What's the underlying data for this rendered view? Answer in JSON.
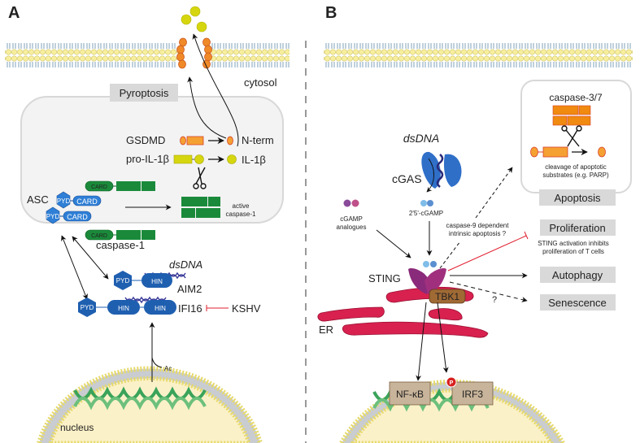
{
  "panels": {
    "A": {
      "label": "A",
      "cytosol": "cytosol",
      "pyroptosis": "Pyroptosis",
      "gsdmd": "GSDMD",
      "nterm": "N-term",
      "pro_il1b": "pro-IL-1β",
      "il1b": "IL-1β",
      "asc": "ASC",
      "pyd": "PYD",
      "card": "CARD",
      "active_casp1_l1": "active",
      "active_casp1_l2": "caspase-1",
      "caspase1": "caspase-1",
      "dsdna": "dsDNA",
      "hin": "HIN",
      "aim2": "AIM2",
      "ifi16": "IFI16",
      "kshv": "KSHV",
      "ac": "Ac",
      "nucleus": "nucleus"
    },
    "B": {
      "label": "B",
      "caspase37": "caspase-3/7",
      "cleavage_l1": "cleavage of apoptotic",
      "cleavage_l2": "substrates (e.g. PARP)",
      "apoptosis": "Apoptosis",
      "dsdna": "dsDNA",
      "cgas": "cGAS",
      "cgamp": "2'5'-cGAMP",
      "analogues_l1": "cGAMP",
      "analogues_l2": "analogues",
      "casp9_l1": "caspase-9 dependent",
      "casp9_l2": "intrinsic apoptosis ?",
      "proliferation": "Proliferation",
      "prolif_note_l1": "STING activation inhibits",
      "prolif_note_l2": "proliferation of T cells",
      "autophagy": "Autophagy",
      "senescence": "Senescence",
      "question": "?",
      "sting": "STING",
      "tbk1": "TBK1",
      "er": "ER",
      "nfkb": "NF-κB",
      "irf3": "IRF3",
      "p": "P"
    }
  },
  "colors": {
    "gsdmd": "#f5a033",
    "il1b": "#d6d60f",
    "caspase1": "#1a8a3a",
    "asc": "#2f7fd6",
    "aim2": "#1f5fb0",
    "sting": "#8a2a7a",
    "tbk1": "#a06a35",
    "er": "#d8214f",
    "kshv_inhibit": "#e02030",
    "nucleus": "#fbf1c8"
  }
}
